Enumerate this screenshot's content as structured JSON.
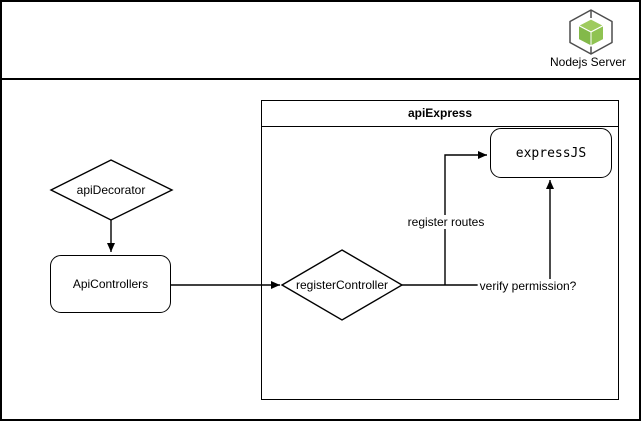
{
  "header": {
    "title": "Nodejs Server",
    "icon": "nodejs-module-cube-icon"
  },
  "colors": {
    "line": "#000000",
    "text": "#000000",
    "background": "#ffffff",
    "icon_outline": "#4d4d4d",
    "icon_green_top": "#9fcb5e",
    "icon_green_left": "#83b94a",
    "icon_green_right": "#8fc352"
  },
  "diagram": {
    "container": {
      "title": "apiExpress"
    },
    "nodes": {
      "apiDecorator": {
        "label": "apiDecorator",
        "shape": "diamond"
      },
      "apiControllers": {
        "label": "ApiControllers",
        "shape": "rounded-rectangle"
      },
      "registerController": {
        "label": "registerController",
        "shape": "diamond"
      },
      "expressJS": {
        "label": "expressJS",
        "shape": "rounded-rectangle"
      }
    },
    "edges": [
      {
        "from": "apiDecorator",
        "to": "ApiControllers",
        "label": ""
      },
      {
        "from": "ApiControllers",
        "to": "registerController",
        "label": ""
      },
      {
        "from": "registerController",
        "to": "expressJS",
        "label": "register routes"
      },
      {
        "from": "registerController",
        "to": "expressJS",
        "label": "verify permission?"
      }
    ]
  }
}
